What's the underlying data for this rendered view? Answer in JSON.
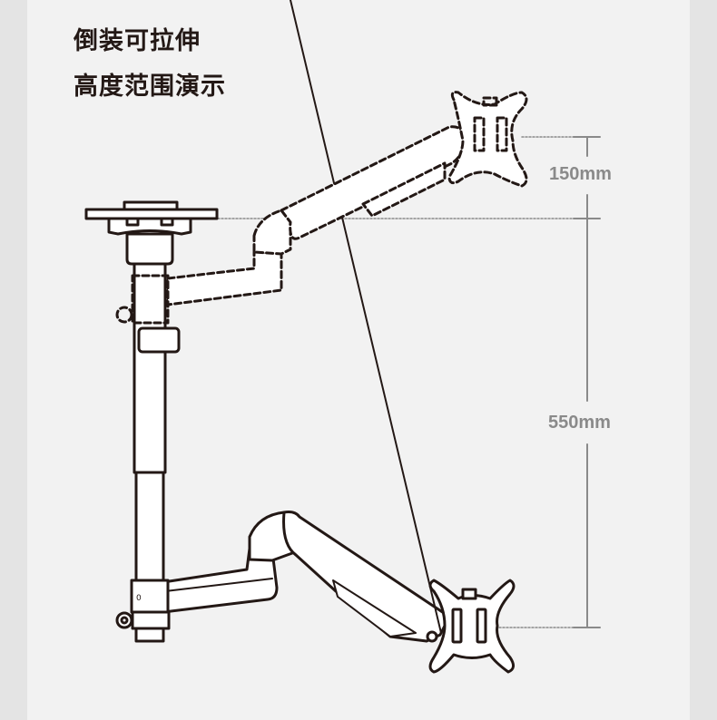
{
  "title": {
    "line1": "倒装可拉伸",
    "line2": "高度范围演示"
  },
  "dimensions": {
    "upper_adjust": "150mm",
    "total_range": "550mm"
  },
  "diagram": {
    "subject": "ceiling-mounted monitor arm",
    "states": [
      "retracted (dashed outline)",
      "extended (solid outline)"
    ]
  },
  "colors": {
    "outer_background": "#e4e4e4",
    "panel_background": "#f2f2f2",
    "line": "#231815",
    "dimension": "#8a8a8a"
  }
}
